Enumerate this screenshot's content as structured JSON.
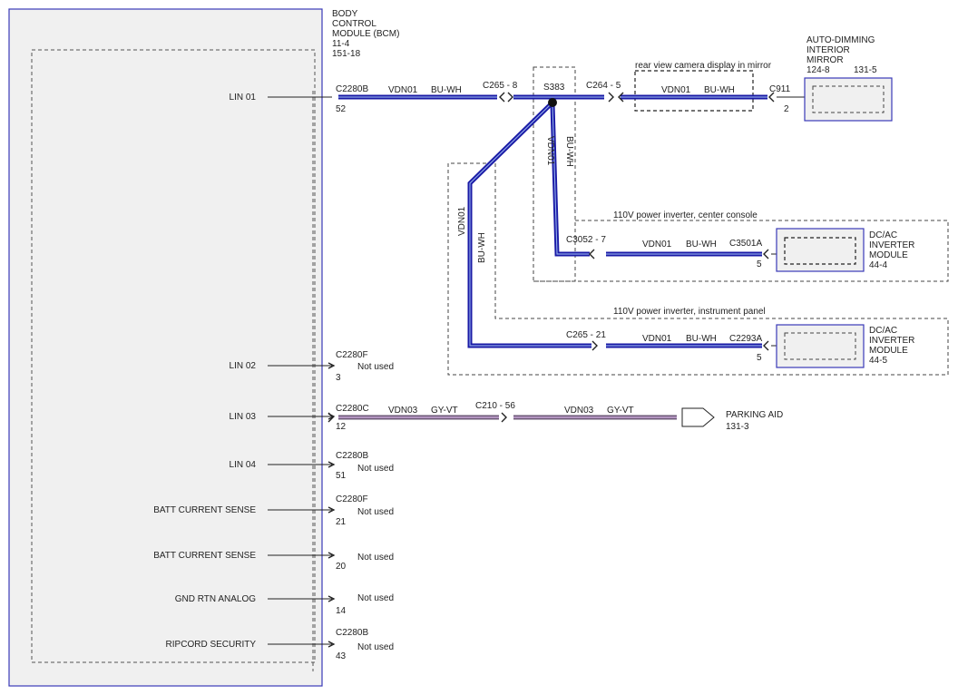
{
  "bcm": {
    "title_lines": [
      "BODY",
      "CONTROL",
      "MODULE (BCM)"
    ],
    "refs": [
      "11-4",
      "151-18"
    ]
  },
  "pins": [
    {
      "label": "LIN 01",
      "connector": "C2280B",
      "pin": "52",
      "note": ""
    },
    {
      "label": "LIN 02",
      "connector": "C2280F",
      "pin": "3",
      "note": "Not used"
    },
    {
      "label": "LIN 03",
      "connector": "C2280C",
      "pin": "12",
      "note": ""
    },
    {
      "label": "LIN 04",
      "connector": "C2280B",
      "pin": "51",
      "note": "Not used"
    },
    {
      "label": "BATT CURRENT SENSE",
      "connector": "C2280F",
      "pin": "21",
      "note": "Not used"
    },
    {
      "label": "BATT CURRENT SENSE",
      "connector": "",
      "pin": "20",
      "note": "Not used"
    },
    {
      "label": "GND RTN ANALOG",
      "connector": "",
      "pin": "14",
      "note": "Not used"
    },
    {
      "label": "RIPCORD SECURITY",
      "connector": "C2280B",
      "pin": "43",
      "note": "Not used"
    }
  ],
  "lin01": {
    "circuit": "VDN01",
    "color": "BU-WH",
    "inline_c265_8": "C265 - 8",
    "splice": "S383",
    "inline_c264_5": "C264 - 5",
    "mirror_zone": "rear view camera display in mirror",
    "mirror_connector": "C911",
    "mirror_pin": "2",
    "branch_center_circuit": "VDN01",
    "branch_center_color": "BU-WH",
    "center_zone": "110V power inverter, center console",
    "inline_c3052_7": "C3052 - 7",
    "center_connector": "C3501A",
    "center_pin": "5",
    "branch_ip_circuit": "VDN01",
    "branch_ip_color": "BU-WH",
    "ip_zone": "110V power inverter, instrument panel",
    "inline_c265_21": "C265 - 21",
    "ip_connector": "C2293A",
    "ip_pin": "5"
  },
  "mirror_module": {
    "title_lines": [
      "AUTO-DIMMING",
      "INTERIOR",
      "MIRROR"
    ],
    "ref_a": "124-8",
    "ref_b": "131-5"
  },
  "inverter_center": {
    "title_lines": [
      "DC/AC",
      "INVERTER",
      "MODULE"
    ],
    "ref": "44-4"
  },
  "inverter_ip": {
    "title_lines": [
      "DC/AC",
      "INVERTER",
      "MODULE"
    ],
    "ref": "44-5"
  },
  "lin03": {
    "circuit": "VDN03",
    "color": "GY-VT",
    "inline": "C210 - 56",
    "dest": "PARKING AID",
    "dest_ref": "131-3"
  },
  "wire_colors": {
    "blue_white": "#1a1aa6",
    "gray_violet": "#9a7aa8",
    "module_border": "#3a3ab8"
  }
}
